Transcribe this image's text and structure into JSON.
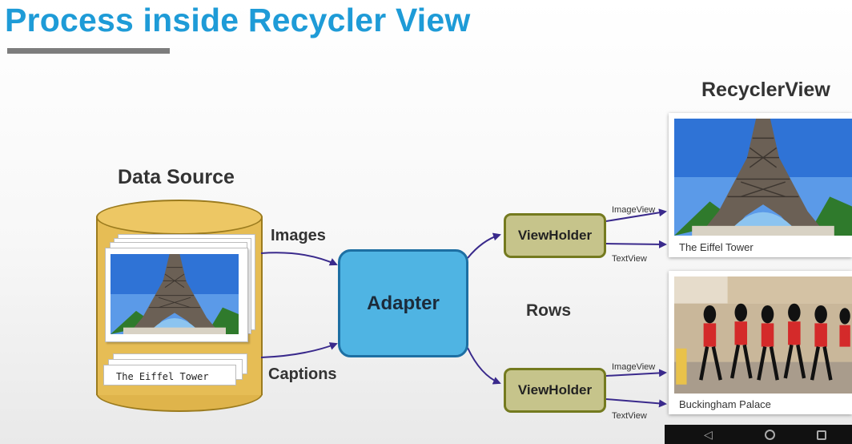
{
  "slide": {
    "title": "Process inside Recycler View"
  },
  "data_source": {
    "title": "Data Source",
    "caption_card_text": "The Eiffel Tower"
  },
  "flows": {
    "images_label": "Images",
    "captions_label": "Captions",
    "rows_label": "Rows"
  },
  "adapter": {
    "label": "Adapter"
  },
  "view_holders": [
    {
      "label": "ViewHolder",
      "image_view_label": "ImageView",
      "text_view_label": "TextView"
    },
    {
      "label": "ViewHolder",
      "image_view_label": "ImageView",
      "text_view_label": "TextView"
    }
  ],
  "recycler_view": {
    "title": "RecyclerView",
    "rows": [
      {
        "caption": "The Eiffel Tower",
        "photo": "eiffel-tower-photo"
      },
      {
        "caption": "Buckingham Palace",
        "photo": "buckingham-palace-guards-photo"
      }
    ]
  },
  "colors": {
    "title": "#1e9bd7",
    "arrow": "#3a2a8c",
    "adapter_fill": "#4fb4e3",
    "viewholder_fill": "#c6c48b",
    "cylinder_fill": "#e6bd55"
  }
}
